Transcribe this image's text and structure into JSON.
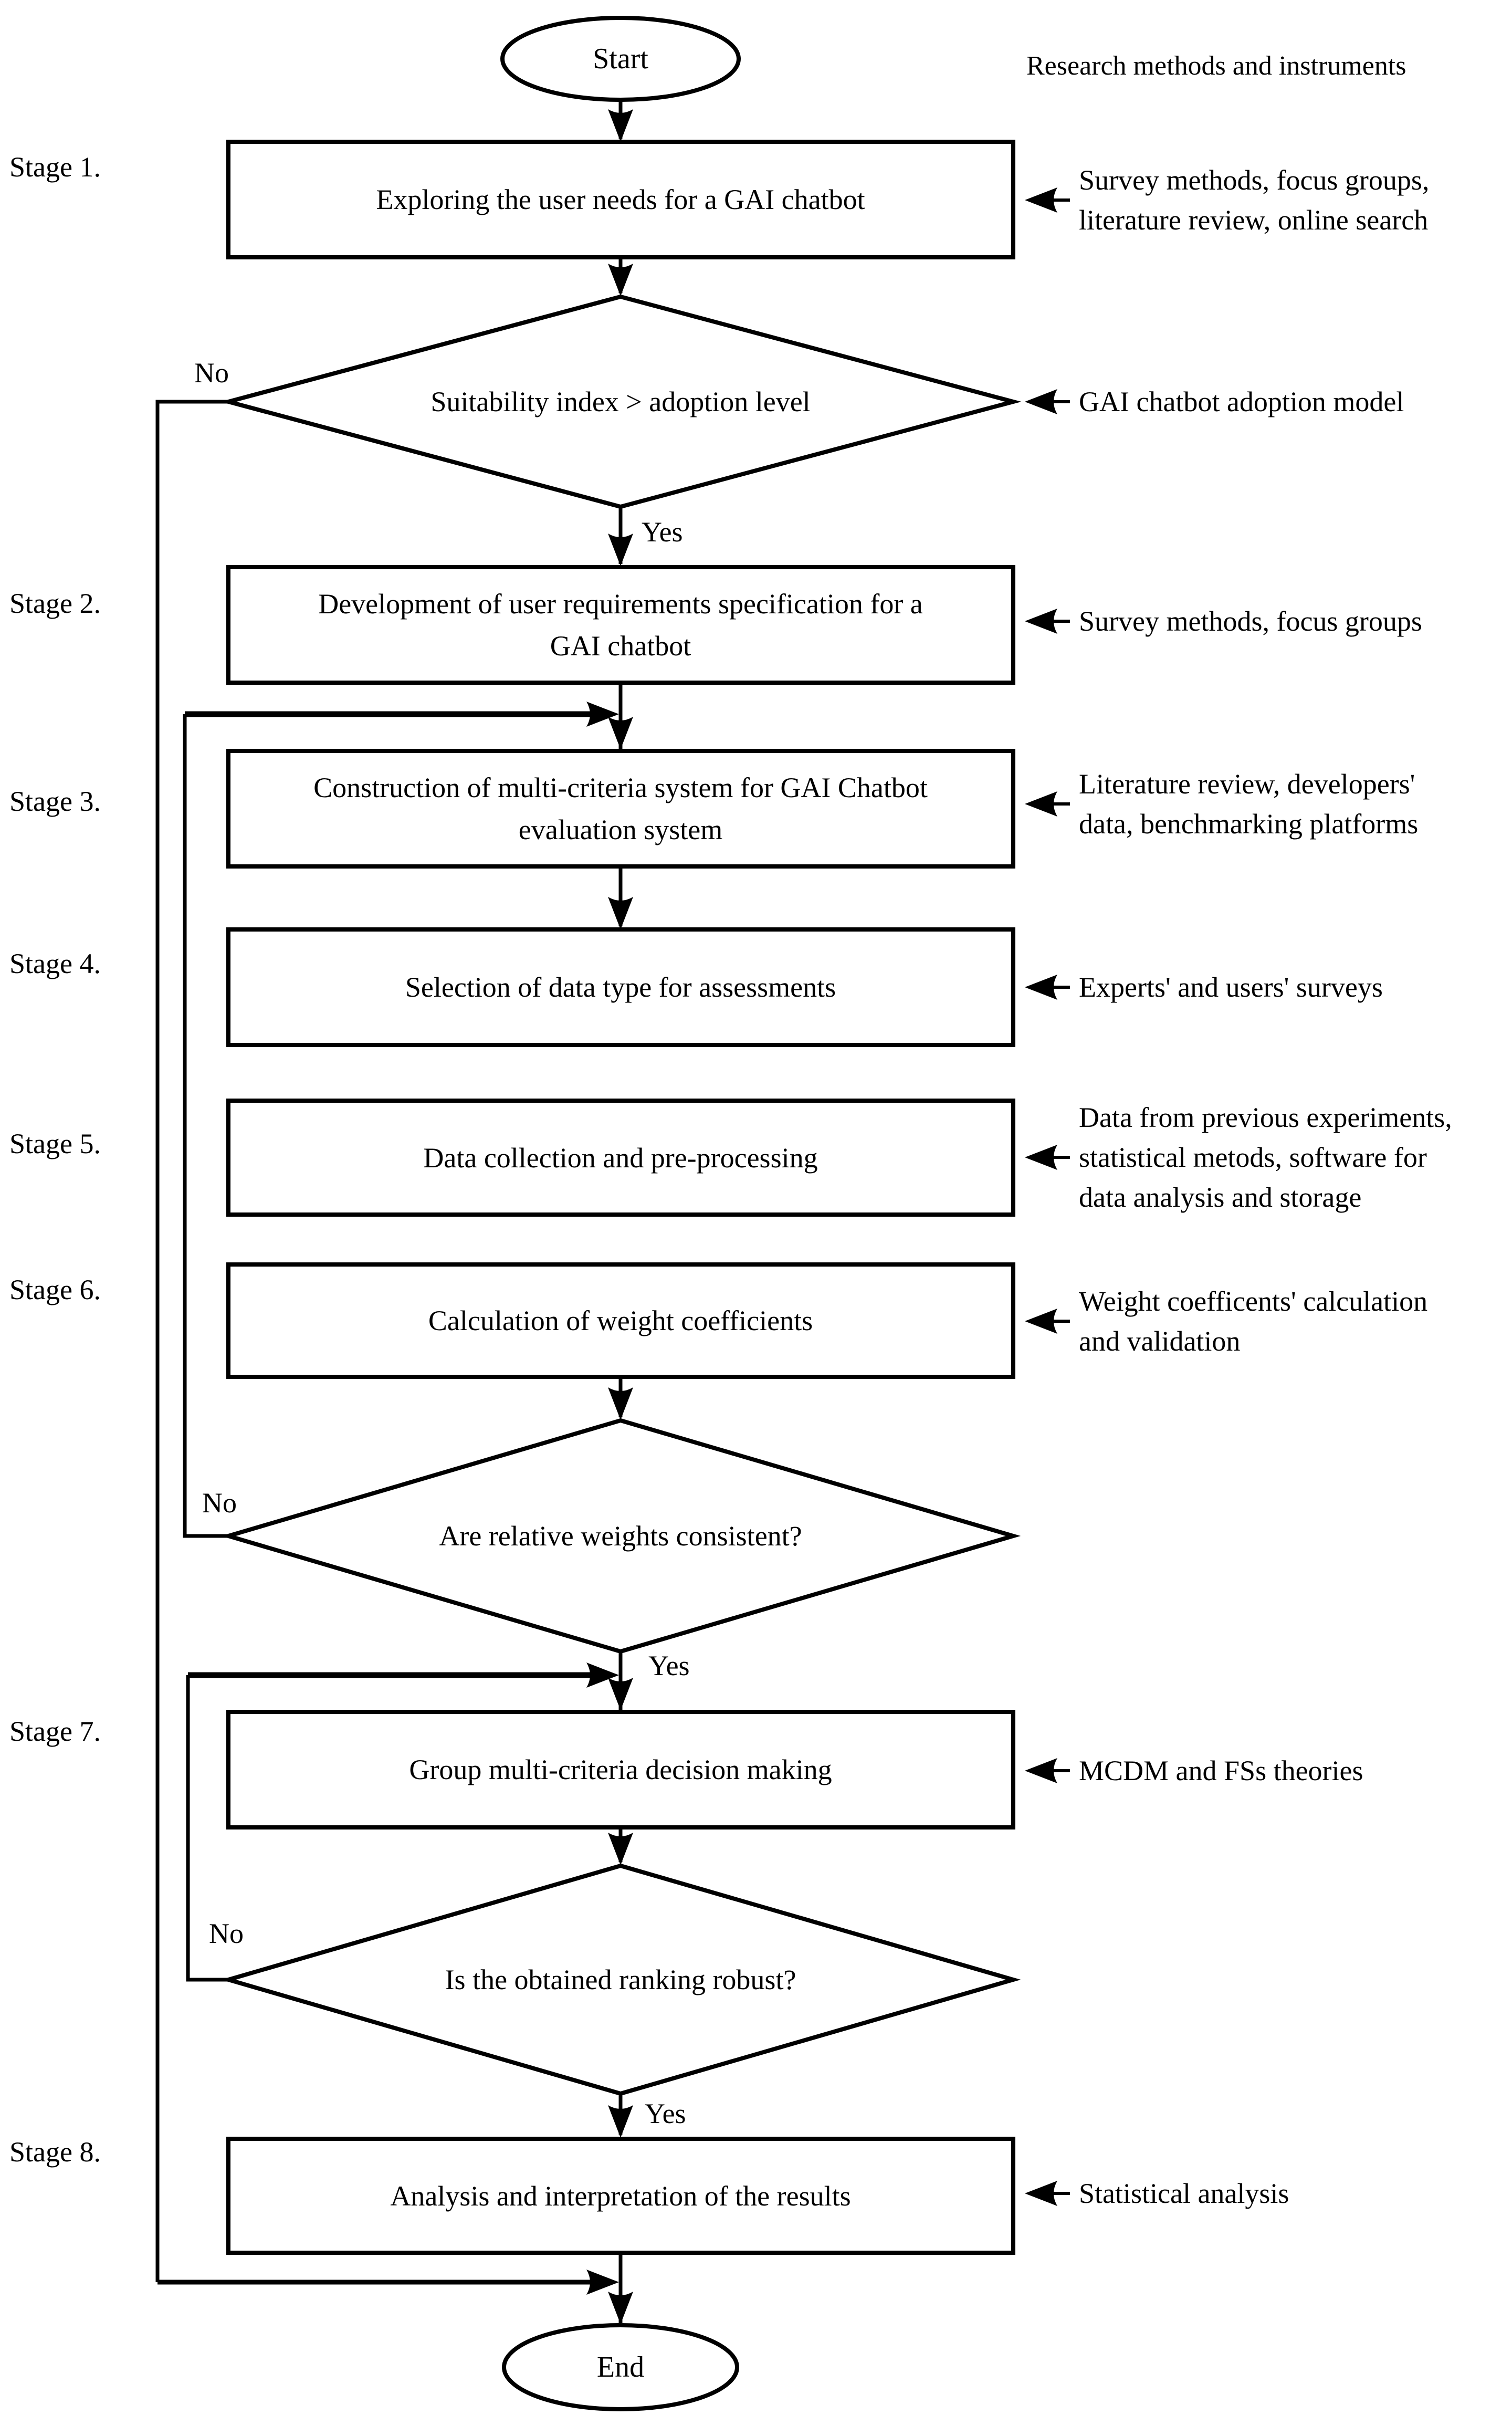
{
  "header": {
    "label": "Research methods and instruments"
  },
  "edge_labels": {
    "yes": "Yes",
    "no": "No"
  },
  "stage_labels": [
    "Stage 1.",
    "Stage 2.",
    "Stage 3.",
    "Stage 4.",
    "Stage 5.",
    "Stage 6.",
    "Stage 7.",
    "Stage 8."
  ],
  "nodes": {
    "start": {
      "label": "Start"
    },
    "end": {
      "label": "End"
    },
    "stage1_box": {
      "label": "Exploring the user needs for a GAI chatbot"
    },
    "decision_suitability": {
      "label": "Suitability index > adoption level"
    },
    "stage2_box": {
      "lines": [
        "Development of user requirements specification for a",
        "GAI chatbot"
      ]
    },
    "stage3_box": {
      "lines": [
        "Construction of multi-criteria system for GAI Chatbot",
        "evaluation system"
      ]
    },
    "stage4_box": {
      "label": "Selection of data type for assessments"
    },
    "stage5_box": {
      "label": "Data collection and pre-processing"
    },
    "stage6_box": {
      "label": "Calculation of weight coefficients"
    },
    "decision_weights": {
      "label": "Are relative weights consistent?"
    },
    "stage7_box": {
      "label": "Group multi-criteria decision making"
    },
    "decision_ranking": {
      "label": "Is the obtained ranking robust?"
    },
    "stage8_box": {
      "label": "Analysis and interpretation of the results"
    }
  },
  "annotations": [
    {
      "lines": [
        "Survey methods, focus groups,",
        "literature review, online search"
      ]
    },
    {
      "lines": [
        "GAI chatbot adoption model"
      ]
    },
    {
      "lines": [
        "Survey methods, focus groups"
      ]
    },
    {
      "lines": [
        "Literature review, developers'",
        "data, benchmarking platforms"
      ]
    },
    {
      "lines": [
        "Experts' and users' surveys"
      ]
    },
    {
      "lines": [
        "Data from previous experiments,",
        "statistical metods, software for",
        "data analysis and storage"
      ]
    },
    {
      "lines": [
        "Weight coefficents' calculation",
        "and validation"
      ]
    },
    {
      "lines": [
        "MCDM and FSs theories"
      ]
    },
    {
      "lines": [
        "Statistical analysis"
      ]
    }
  ],
  "colors": {
    "stroke": "#000000",
    "background": "#ffffff",
    "text": "#000000"
  }
}
